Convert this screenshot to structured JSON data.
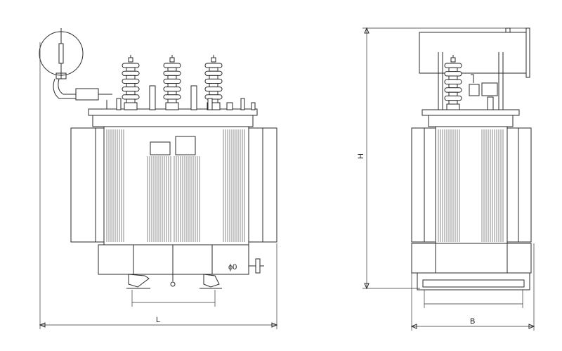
{
  "dimensions": {
    "length_label": "L",
    "width_label": "B",
    "height_label": "H"
  },
  "gauge_symbol": "ϕ0",
  "colors": {
    "line": "#2a2a2a",
    "background": "#ffffff"
  }
}
